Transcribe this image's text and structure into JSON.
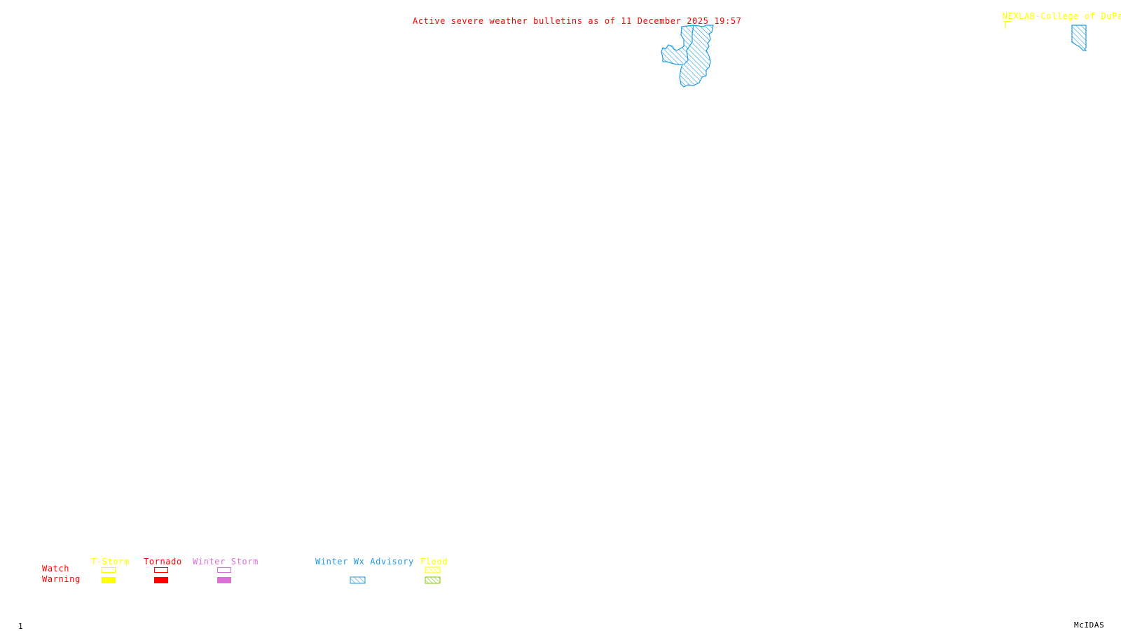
{
  "header": {
    "title": "Active severe weather bulletins as of 11 December 2025 19:57",
    "credit": "NEXLAB-College of DuPage",
    "credit_icon": "nexlab-logo-icon"
  },
  "colors": {
    "title": "#ff0000",
    "credit": "#ffff00",
    "tstorm": "#ffff00",
    "tornado": "#ff0000",
    "winter_storm": "#da70d6",
    "winter_wx_advisory": "#1e9be6",
    "flood_watch": "#ffff00",
    "flood_warning": "#7fcc00",
    "row_labels": "#ff0000",
    "footer": "#000000"
  },
  "map": {
    "active_areas": [
      {
        "type": "Winter Wx Advisory",
        "region": "central-north"
      },
      {
        "type": "Winter Wx Advisory",
        "region": "northeast-edge"
      }
    ]
  },
  "legend": {
    "row_labels": {
      "watch": "Watch",
      "warning": "Warning"
    },
    "columns": [
      {
        "label": "T-Storm",
        "watch": "outline",
        "warning": "solid"
      },
      {
        "label": "Tornado",
        "watch": "outline",
        "warning": "solid"
      },
      {
        "label": "Winter Storm",
        "watch": "outline",
        "warning": "solid"
      },
      {
        "label": "Winter Wx Advisory",
        "watch": "none",
        "warning": "hatched"
      },
      {
        "label": "Flood",
        "watch": "hatched",
        "warning": "hatched"
      }
    ]
  },
  "footer": {
    "frame_number": "1",
    "software": "McIDAS"
  }
}
